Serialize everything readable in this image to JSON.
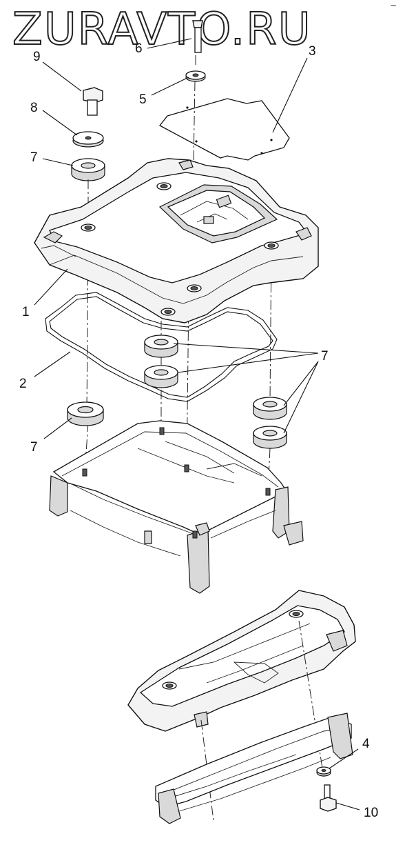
{
  "watermark": "ZURAVTO.RU",
  "corner_mark": "~",
  "callouts": [
    {
      "id": "c9",
      "text": "9"
    },
    {
      "id": "c6",
      "text": "6"
    },
    {
      "id": "c3",
      "text": "3"
    },
    {
      "id": "c8",
      "text": "8"
    },
    {
      "id": "c5",
      "text": "5"
    },
    {
      "id": "c7a",
      "text": "7"
    },
    {
      "id": "c1",
      "text": "1"
    },
    {
      "id": "c7b",
      "text": "7"
    },
    {
      "id": "c2",
      "text": "2"
    },
    {
      "id": "c7c",
      "text": "7"
    },
    {
      "id": "c4",
      "text": "4"
    },
    {
      "id": "c10",
      "text": "10"
    }
  ]
}
